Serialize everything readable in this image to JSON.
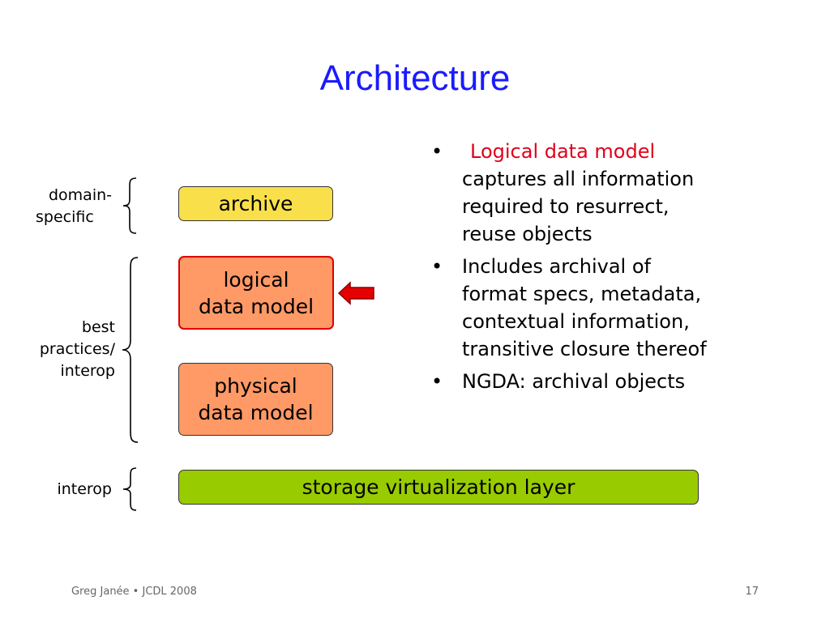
{
  "slide": {
    "title": "Architecture",
    "labels": {
      "domain_line1": "domain-",
      "domain_line2": "specific",
      "best_line1": "best",
      "best_line2": "practices/",
      "best_line3": "interop",
      "interop": "interop"
    },
    "boxes": {
      "archive": "archive",
      "logical_line1": "logical",
      "logical_line2": "data model",
      "physical_line1": "physical",
      "physical_line2": "data model",
      "storage": "storage virtualization layer"
    },
    "bullets": [
      {
        "highlight": "Logical data model",
        "line1": "captures all information",
        "line2": "required to resurrect,",
        "line3": "reuse objects"
      },
      {
        "line1": "Includes archival of",
        "line2": "format specs, metadata,",
        "line3": "contextual information,",
        "line4": "transitive closure thereof"
      },
      {
        "line1": "NGDA: archival objects"
      }
    ],
    "bullet_char": "•",
    "footer": {
      "credit": "Greg Janée • JCDL 2008",
      "page": "17"
    }
  },
  "colors": {
    "title": "#1a1aff",
    "archive_box": "#f9e04b",
    "data_model_box": "#ff9966",
    "logical_border": "#e00000",
    "storage_box": "#99cc00",
    "arrow_fill": "#e60000",
    "highlight_text": "#e0001a"
  }
}
